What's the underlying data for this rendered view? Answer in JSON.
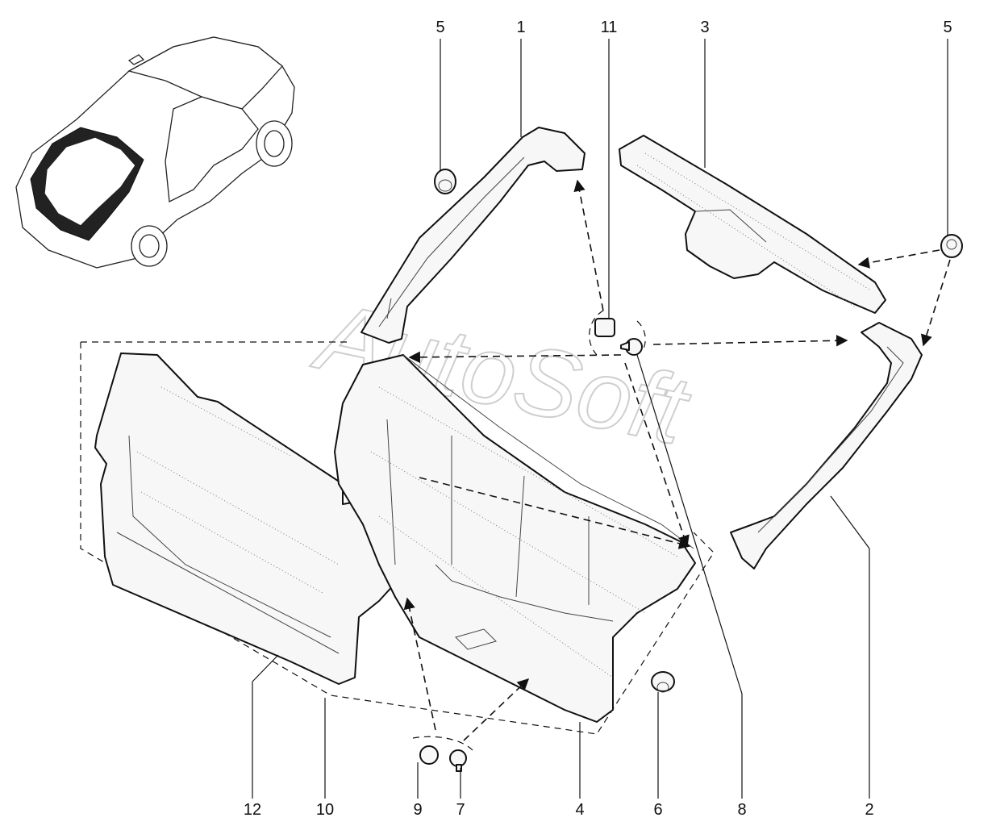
{
  "watermark": "AutoSoft",
  "callouts": [
    {
      "id": "c1",
      "label": "1"
    },
    {
      "id": "c2",
      "label": "2"
    },
    {
      "id": "c3",
      "label": "3"
    },
    {
      "id": "c4",
      "label": "4"
    },
    {
      "id": "c5a",
      "label": "5"
    },
    {
      "id": "c5b",
      "label": "5"
    },
    {
      "id": "c6",
      "label": "6"
    },
    {
      "id": "c7",
      "label": "7"
    },
    {
      "id": "c8",
      "label": "8"
    },
    {
      "id": "c9",
      "label": "9"
    },
    {
      "id": "c10",
      "label": "10"
    },
    {
      "id": "c11",
      "label": "11"
    },
    {
      "id": "c12",
      "label": "12"
    }
  ]
}
